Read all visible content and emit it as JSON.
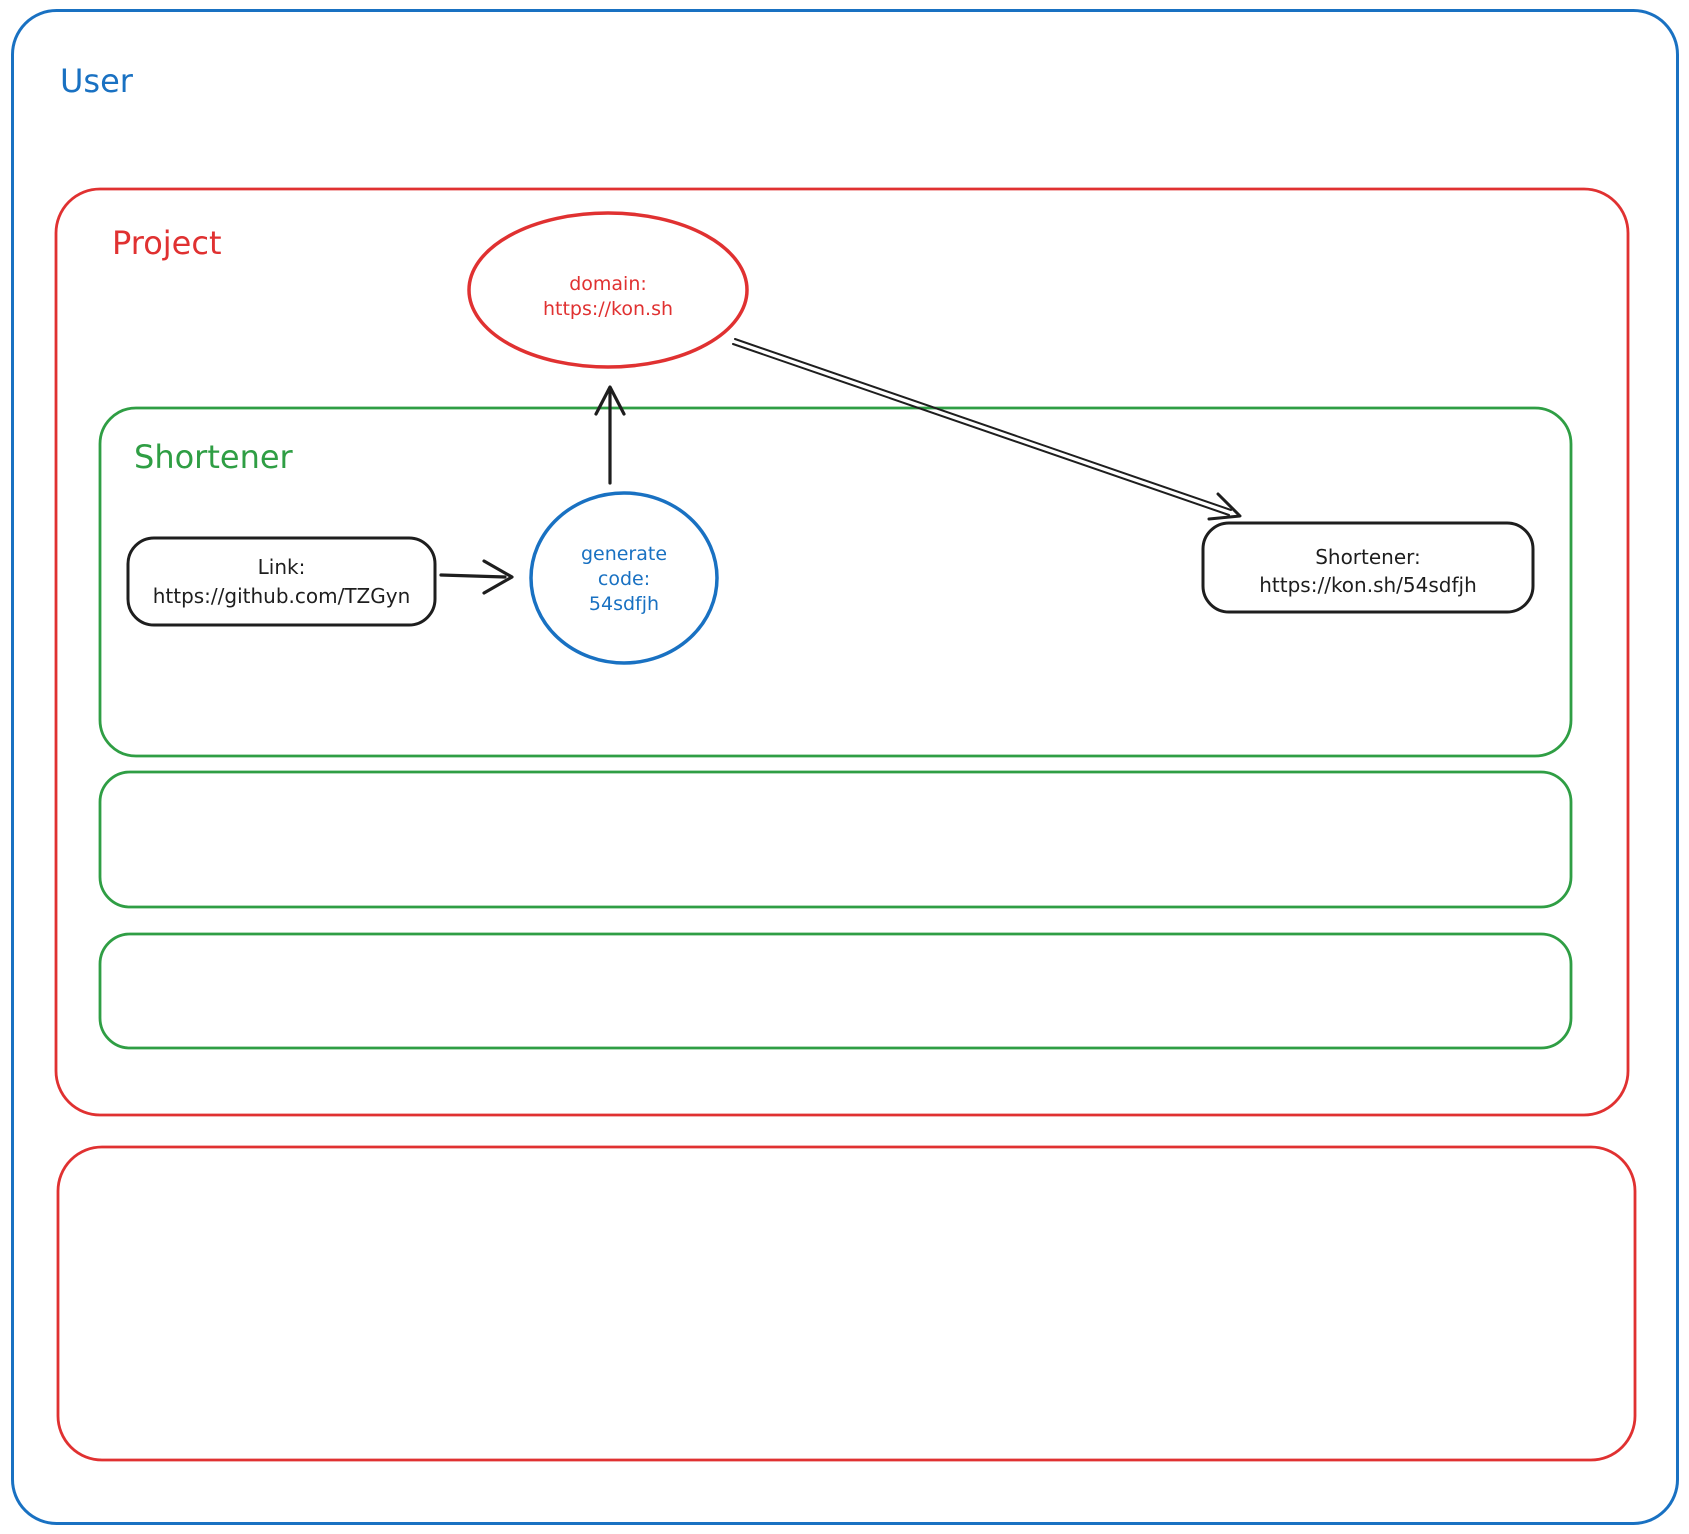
{
  "diagram": {
    "user_label": "User",
    "project_label": "Project",
    "shortener_label": "Shortener",
    "domain_ellipse": {
      "line1": "domain:",
      "line2": "https://kon.sh"
    },
    "link_box": {
      "line1": "Link:",
      "line2": "https://github.com/TZGyn"
    },
    "generate_circle": {
      "line1": "generate",
      "line2": "code:",
      "line3": "54sdfjh"
    },
    "result_box": {
      "line1": "Shortener:",
      "line2": "https://kon.sh/54sdfjh"
    },
    "colors": {
      "blue": "#1971c2",
      "red": "#e03131",
      "green": "#2f9e44",
      "black": "#1e1e1e"
    }
  }
}
